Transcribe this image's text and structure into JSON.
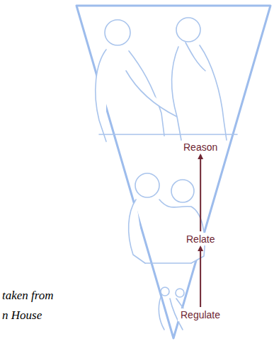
{
  "diagram": {
    "nodes": [
      {
        "text": [
          "Reason"
        ]
      },
      {
        "text": [
          "Relate"
        ]
      },
      {
        "text": [
          "Regulate"
        ]
      }
    ],
    "edges": [
      {
        "from": 2,
        "to": 1,
        "arrow": "to"
      },
      {
        "from": 1,
        "to": 0,
        "arrow": "to"
      }
    ],
    "labels": [
      "taken from",
      "n House"
    ]
  }
}
